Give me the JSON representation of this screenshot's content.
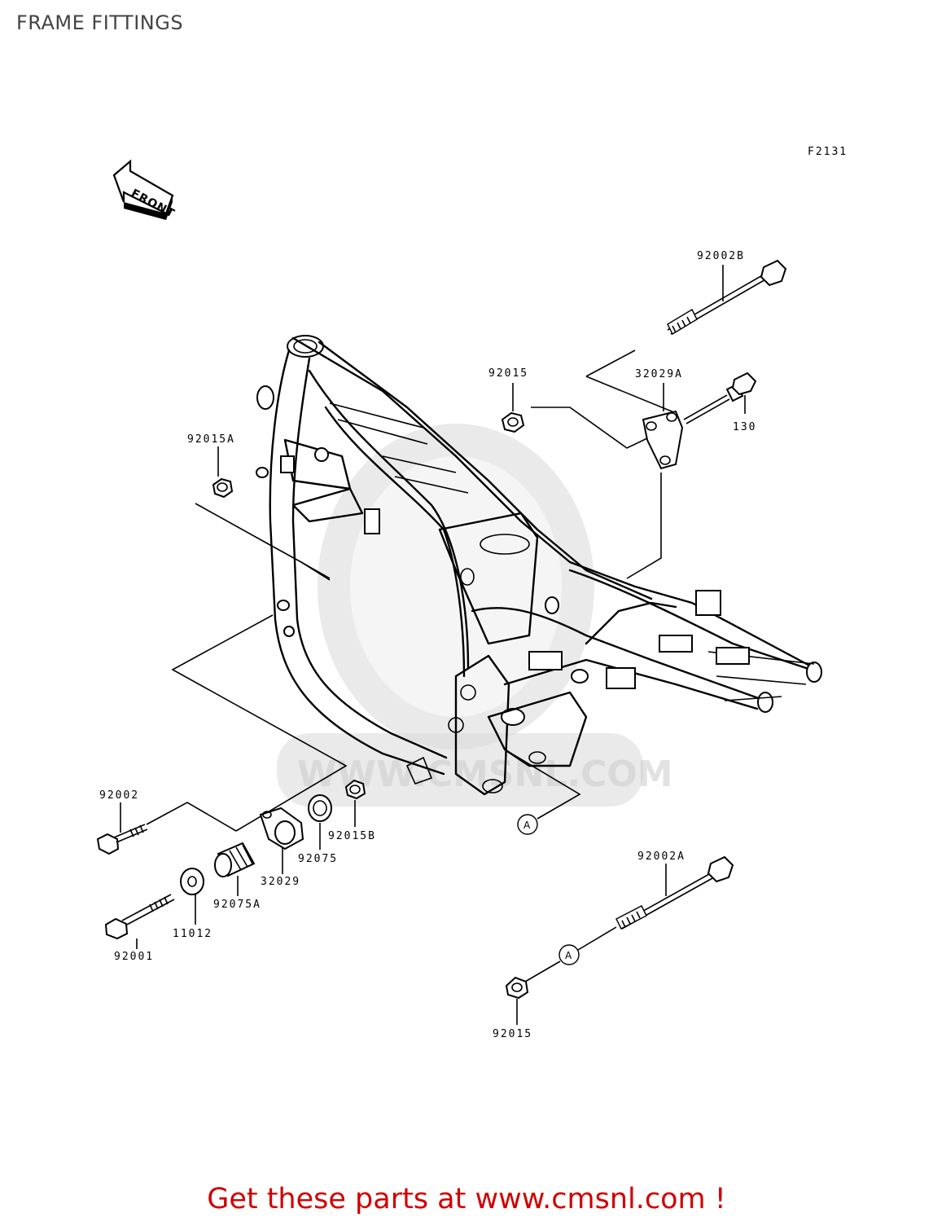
{
  "title": "FRAME FITTINGS",
  "figure_code": "F2131",
  "front_label": "FRONT",
  "callouts": {
    "p92002B": "92002B",
    "p92015_top": "92015",
    "p32029A": "32029A",
    "p130": "130",
    "p92015A": "92015A",
    "p92002": "92002",
    "p92001": "92001",
    "p11012": "11012",
    "p92075A": "92075A",
    "p32029": "32029",
    "p92075": "92075",
    "p92015B": "92015B",
    "ref_A_1": "A",
    "p92002A": "92002A",
    "ref_A_2": "A",
    "p92015_bottom": "92015"
  },
  "watermark": "WWW.CMSNL.COM",
  "footer": "Get these parts at www.cmsnl.com !"
}
